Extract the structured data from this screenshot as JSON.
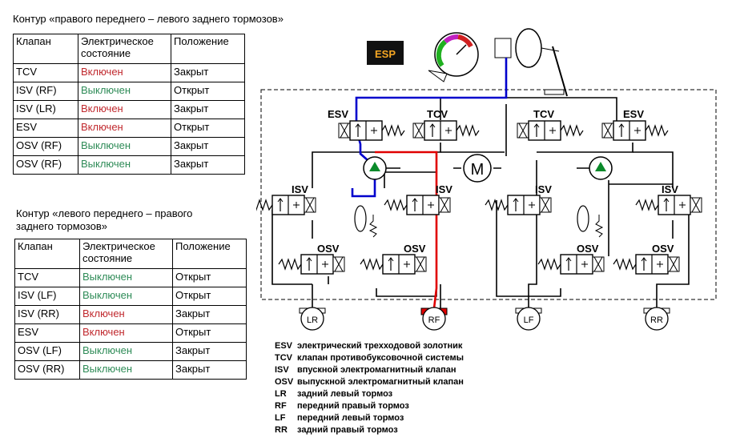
{
  "table1": {
    "title": "Контур «правого переднего – левого заднего тормозов»",
    "headers": [
      "Клапан",
      "Электрическое состояние",
      "Положение"
    ],
    "rows": [
      {
        "valve": "TCV",
        "state": "Включен",
        "state_on": true,
        "position": "Закрыт"
      },
      {
        "valve": "ISV (RF)",
        "state": "Выключен",
        "state_on": false,
        "position": "Открыт"
      },
      {
        "valve": "ISV (LR)",
        "state": "Включен",
        "state_on": true,
        "position": "Закрыт"
      },
      {
        "valve": "ESV",
        "state": "Включен",
        "state_on": true,
        "position": "Открыт"
      },
      {
        "valve": "OSV (RF)",
        "state": "Выключен",
        "state_on": false,
        "position": "Закрыт"
      },
      {
        "valve": "OSV (RF)",
        "state": "Выключен",
        "state_on": false,
        "position": "Закрыт"
      }
    ]
  },
  "table2": {
    "title_line1": "Контур «левого переднего – правого",
    "title_line2": "заднего тормозов»",
    "headers": [
      "Клапан",
      "Электрическое состояние",
      "Положение"
    ],
    "rows": [
      {
        "valve": "TCV",
        "state": "Выключен",
        "state_on": false,
        "position": "Открыт"
      },
      {
        "valve": "ISV (LF)",
        "state": "Выключен",
        "state_on": false,
        "position": "Открыт"
      },
      {
        "valve": "ISV (RR)",
        "state": "Включен",
        "state_on": true,
        "position": "Закрыт"
      },
      {
        "valve": "ESV",
        "state": "Включен",
        "state_on": true,
        "position": "Открыт"
      },
      {
        "valve": "OSV (LF)",
        "state": "Выключен",
        "state_on": false,
        "position": "Закрыт"
      },
      {
        "valve": "OSV (RR)",
        "state": "Выключен",
        "state_on": false,
        "position": "Закрыт"
      }
    ]
  },
  "diagram": {
    "badge": "ESP",
    "valve_labels": {
      "esv": "ESV",
      "tcv": "TCV",
      "isv": "ISV",
      "osv": "OSV"
    },
    "motor": "M",
    "wheels": [
      "LR",
      "RF",
      "LF",
      "RR"
    ],
    "colors": {
      "on": "#c0282d",
      "off": "#2e8b57",
      "pressure": "#e00000",
      "suction": "#0000cc",
      "badge_bg": "#111111",
      "badge_text": "#f5a623",
      "pump": "#0a8a2a"
    }
  },
  "legend": [
    {
      "abbr": "ESV",
      "text": "электрический трехходовой золотник"
    },
    {
      "abbr": "TCV",
      "text": "клапан противобуксовочной системы"
    },
    {
      "abbr": "ISV",
      "text": "впускной электромагнитный клапан"
    },
    {
      "abbr": "OSV",
      "text": "выпускной электромагнитный клапан"
    },
    {
      "abbr": "LR",
      "text": "задний левый тормоз"
    },
    {
      "abbr": "RF",
      "text": "передний правый тормоз"
    },
    {
      "abbr": "LF",
      "text": "передний левый тормоз"
    },
    {
      "abbr": "RR",
      "text": "задний правый тормоз"
    }
  ]
}
